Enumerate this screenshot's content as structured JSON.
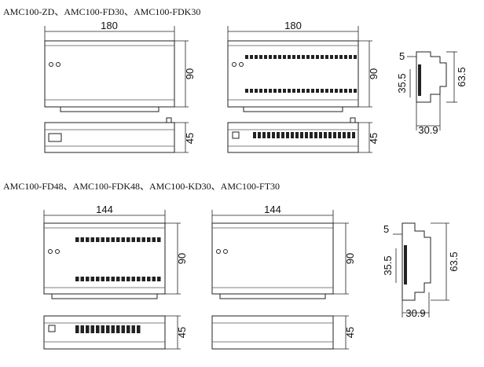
{
  "headings": {
    "group1": "AMC100-ZD、AMC100-FD30、AMC100-FDK30",
    "group2": "AMC100-FD48、AMC100-FDK48、AMC100-KD30、AMC100-FT30"
  },
  "dimensions": {
    "width_large": "180",
    "width_small": "144",
    "height": "90",
    "depth": "45",
    "side_offset": "5",
    "side_rail": "35.5",
    "side_height": "63.5",
    "side_width": "30.9"
  }
}
